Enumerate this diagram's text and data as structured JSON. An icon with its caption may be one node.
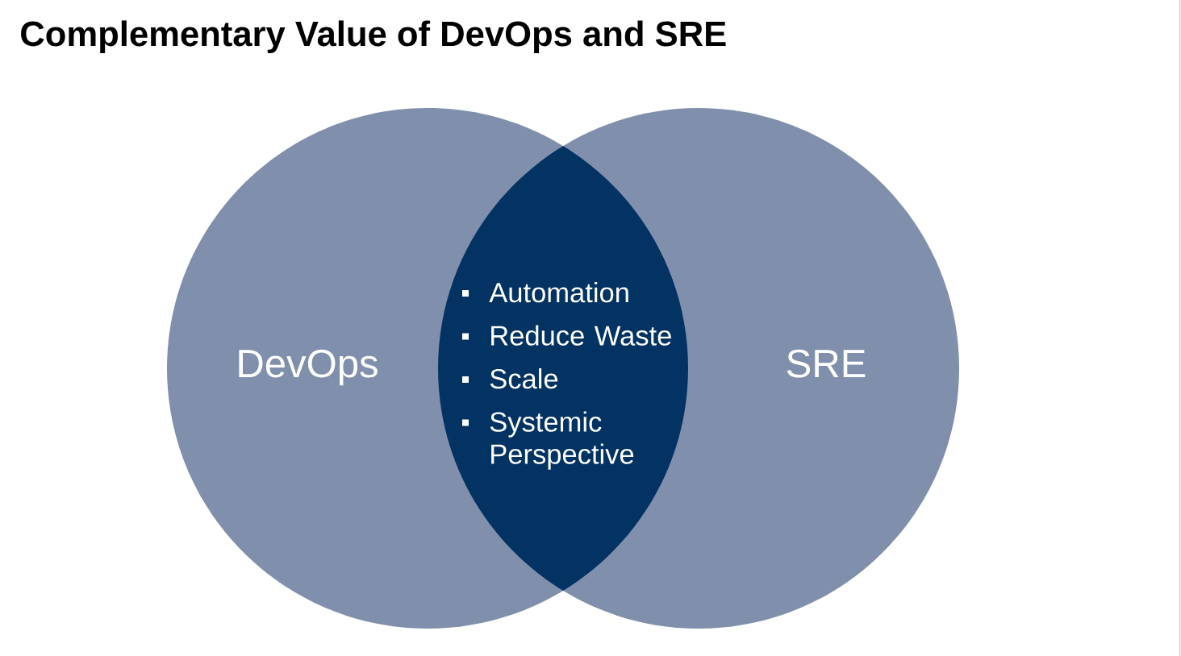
{
  "diagram": {
    "title": "Complementary Value of DevOps and SRE",
    "nodes": [
      {
        "text": [
          "DevOps"
        ]
      },
      {
        "text": [
          "SRE"
        ]
      },
      {
        "text": [
          "Automation",
          "Reduce Waste",
          "Scale",
          "Systemic Perspective"
        ]
      }
    ]
  }
}
